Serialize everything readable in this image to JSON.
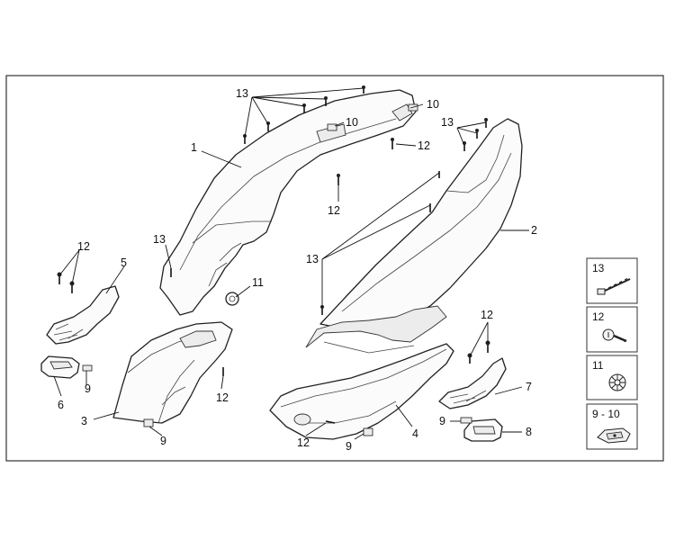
{
  "callouts": {
    "c1": "1",
    "c2": "2",
    "c3": "3",
    "c4": "4",
    "c5": "5",
    "c6": "6",
    "c7": "7",
    "c8": "8",
    "c9_left": "9",
    "c9_mid": "9",
    "c9_bottom": "9",
    "c9_right": "9",
    "c10_top": "10",
    "c10_inner": "10",
    "c11": "11",
    "c12_top": "12",
    "c12_center": "12",
    "c12_left": "12",
    "c12_low": "12",
    "c12_bottom": "12",
    "c12_right": "12",
    "c13_top": "13",
    "c13_right": "13",
    "c13_mid": "13",
    "c13_left": "13"
  },
  "legend": [
    {
      "label": "13",
      "icon": "long-screw-icon"
    },
    {
      "label": "12",
      "icon": "short-screw-icon"
    },
    {
      "label": "11",
      "icon": "star-washer-icon"
    },
    {
      "label": "9 - 10",
      "icon": "clip-nut-icon"
    }
  ],
  "colors": {
    "line": "#222222",
    "background": "#ffffff"
  }
}
